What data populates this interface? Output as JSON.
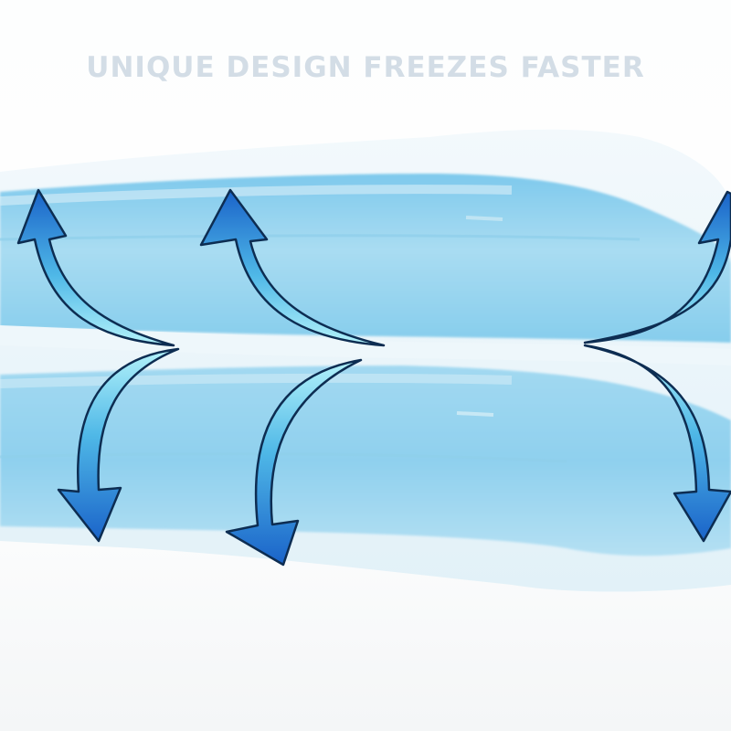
{
  "headline": "UNIQUE DESIGN FREEZES FASTER",
  "colors": {
    "headline_text": "#d3dde6",
    "ice_pack_blue": "#8ed1ee",
    "ice_pack_blue_deep": "#6cc0e8",
    "frosted_shell": "#eaf5fb",
    "arrow_dark": "#1f6fd1",
    "arrow_light": "#a6ecf7",
    "arrow_outline": "#0d2d52"
  },
  "image": {
    "subject": "two-stacked-ice-packs",
    "arrow_icon_count": 6
  }
}
